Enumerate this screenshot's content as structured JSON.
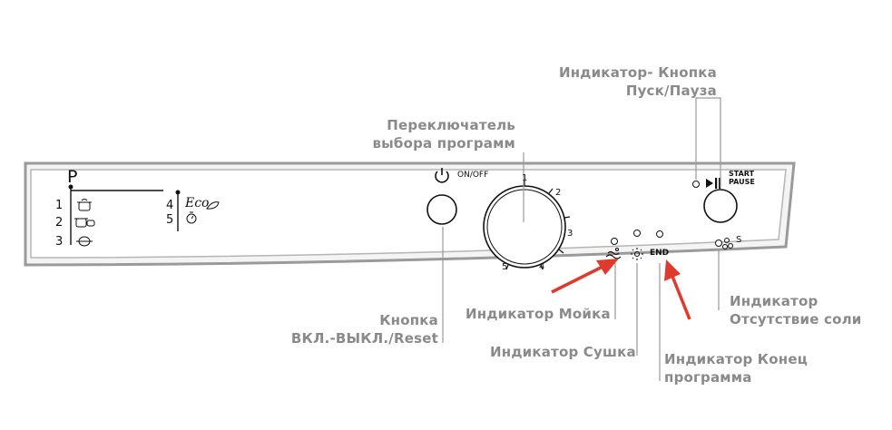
{
  "panel": {
    "program_header": "P",
    "programs": [
      {
        "number": "1",
        "icon": "pot-icon"
      },
      {
        "number": "2",
        "icon": "pot-and-cup-icon"
      },
      {
        "number": "3",
        "icon": "plate-icon"
      },
      {
        "number": "4",
        "label": "Eco",
        "icon": "eco-leaf-icon"
      },
      {
        "number": "5",
        "icon": "stopwatch-icon"
      }
    ],
    "on_off_label": "ON/OFF",
    "dial_positions": [
      "1",
      "2",
      "3",
      "4",
      "5"
    ],
    "start_pause_label_1": "START",
    "start_pause_label_2": "PAUSE",
    "end_label": "END",
    "salt_label": "S"
  },
  "callouts": {
    "start_pause": [
      "Индикатор- Кнопка",
      "Пуск/Пауза"
    ],
    "selector": [
      "Переключатель",
      "выбора программ"
    ],
    "onoff": [
      "Кнопка",
      "ВКЛ.-ВЫКЛ./Reset"
    ],
    "wash": [
      "Индикатор Мойка"
    ],
    "dry": [
      "Индикатор Сушка"
    ],
    "end": [
      "Индикатор Конец",
      "программа"
    ],
    "salt": [
      "Индикатор",
      "Отсутствие соли"
    ]
  },
  "colors": {
    "callout_text": "#8a8a8a",
    "arrow": "#e03a2e",
    "panel_border": "#9a9a9a"
  }
}
